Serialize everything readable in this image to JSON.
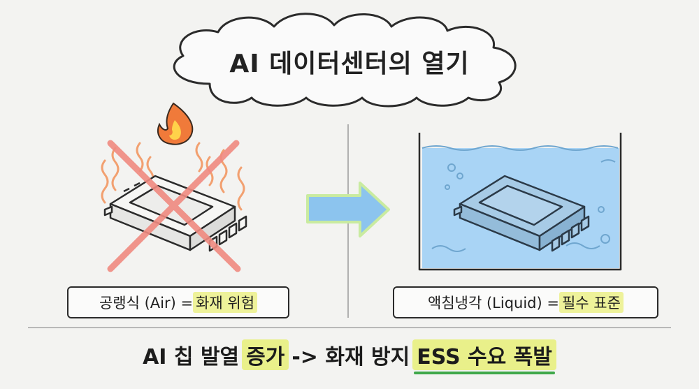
{
  "title": "AI 데이터센터의 열기",
  "left": {
    "label_prefix": "공랭식 (Air) = ",
    "label_highlight": "화재 위험"
  },
  "right": {
    "label_prefix": "액침냉각 (Liquid) = ",
    "label_highlight": "필수 표준"
  },
  "bottom": {
    "part1": "AI 칩 발열",
    "part2": "증가",
    "part3": "-> 화재 방지",
    "part4": "ESS 수요 폭발"
  },
  "colors": {
    "cross": "#f08a80",
    "heat": "#f2a070",
    "arrow": "#8cc4ee",
    "arrow_glow": "#c9eba0",
    "liquid": "#a9d4f5",
    "highlight": "#eef29a",
    "underline": "#3fa84a"
  },
  "icons": [
    "cloud-icon",
    "flame-icon",
    "chip-icon",
    "cross-icon",
    "arrow-right-icon",
    "water-tank-icon"
  ]
}
